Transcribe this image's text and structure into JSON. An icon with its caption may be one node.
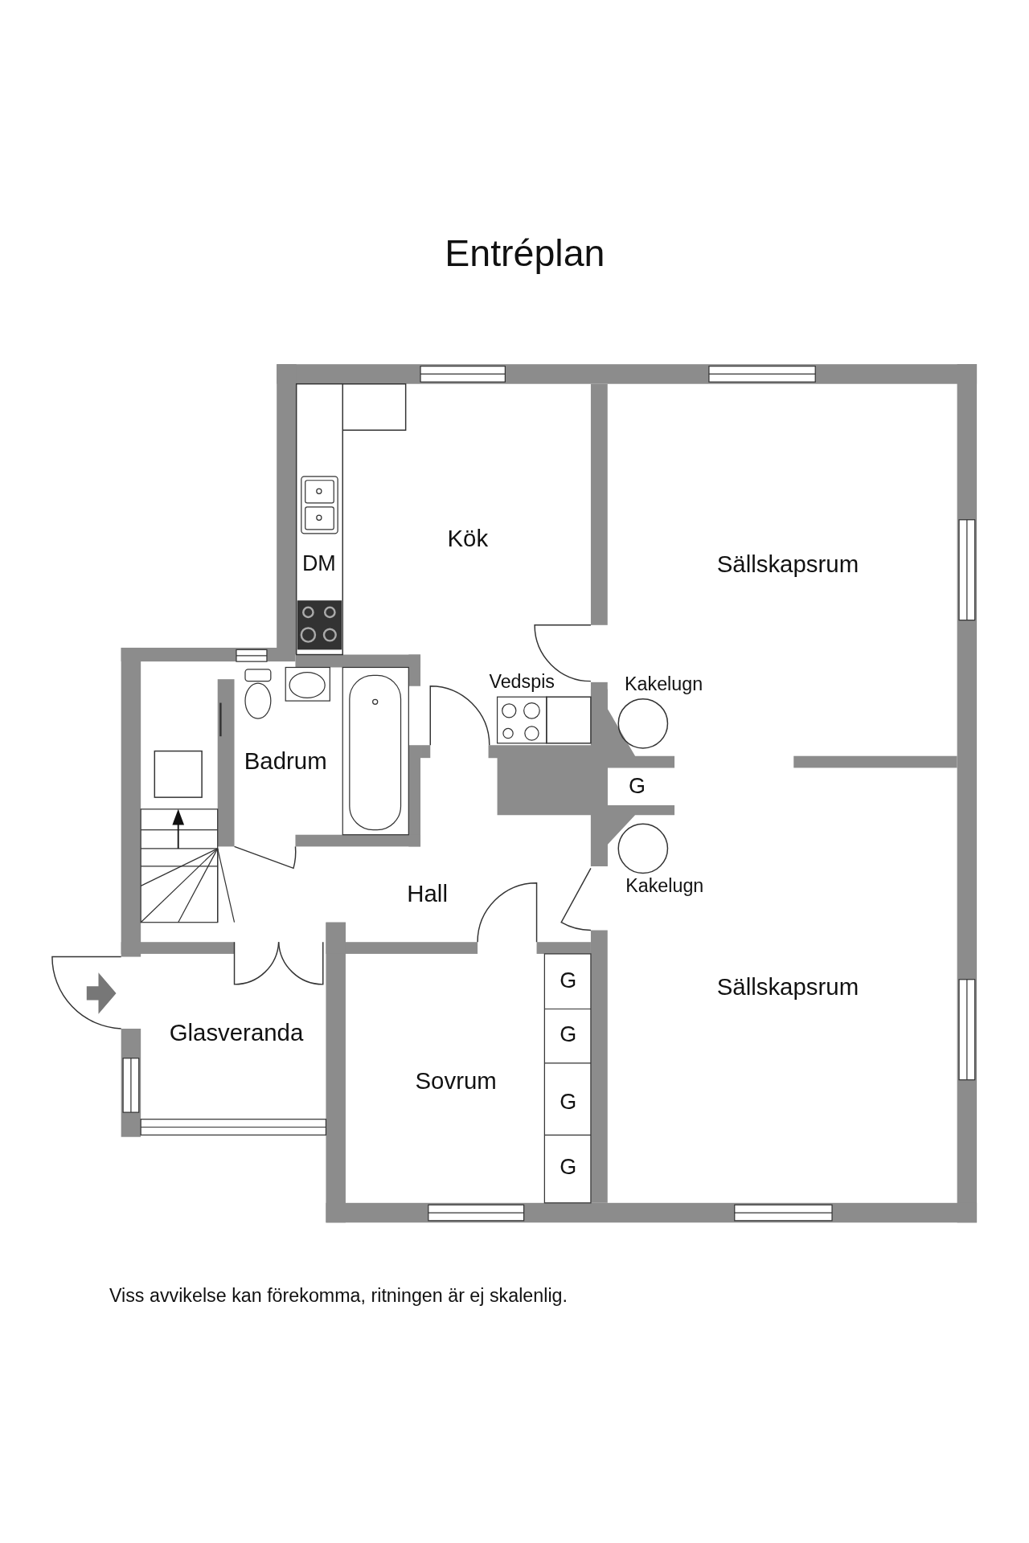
{
  "diagram": {
    "title": "Entréplan",
    "caption": "Viss avvikelse kan förekomma, ritningen är ej skalenlig.",
    "labels": [
      "Kök",
      "DM",
      "Sällskapsrum",
      "Vedspis",
      "Kakelugn",
      "Badrum",
      "G",
      "Hall",
      "Kakelugn",
      "Sällskapsrum",
      "G",
      "Glasveranda",
      "G",
      "Sovrum",
      "G",
      "G"
    ]
  }
}
